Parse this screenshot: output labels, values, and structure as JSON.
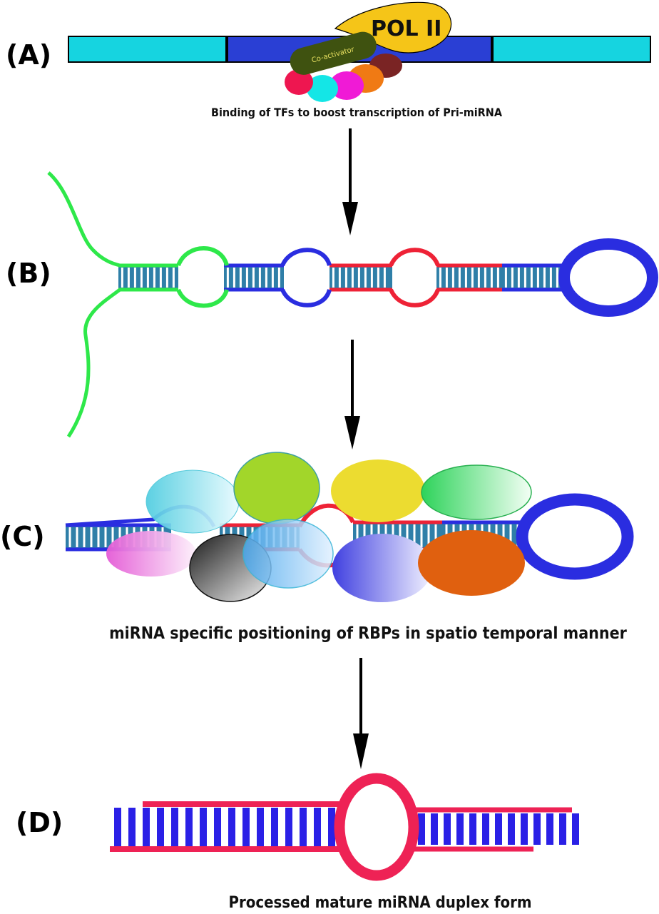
{
  "panels": {
    "a": {
      "label": "(A)",
      "caption": "Binding of TFs to boost transcription of Pri-miRNA",
      "pol_label": "POL II",
      "coactivator_label": "Co-activator"
    },
    "b": {
      "label": "(B)"
    },
    "c": {
      "label": "(C)",
      "caption": "miRNA specific positioning of RBPs in spatio temporal manner"
    },
    "d": {
      "label": "(D)",
      "caption": "Processed mature miRNA duplex form"
    }
  },
  "colors": {
    "gene_flank": "#16d4e0",
    "gene_core": "#2a3fd4",
    "pol": "#f5c518",
    "coactivator": "#3f5210",
    "tf": [
      "#ee1650",
      "#14e6e6",
      "#f01ad6",
      "#f07a14",
      "#7a2424"
    ],
    "stem_fill": "#2f7fa8",
    "green": "#2ee84a",
    "blue": "#2a2de0",
    "red": "#ee2236",
    "duplex_red": "#ee2255",
    "duplex_blue": "#2a20e6",
    "rbp": [
      "#5fd8e8",
      "#a2d62a",
      "#ecdc30",
      "#4fd66c",
      "#e866d8",
      "#3a3a3a",
      "#6ab8ee",
      "#5858e6",
      "#e0600f"
    ]
  }
}
